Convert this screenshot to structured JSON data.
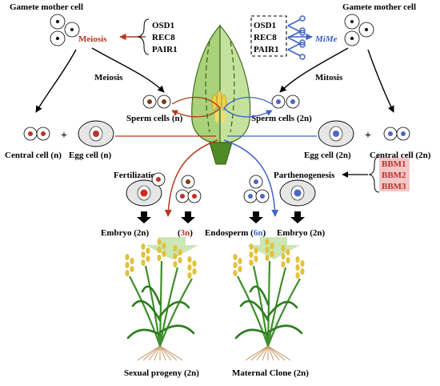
{
  "labels": {
    "gamete_left": "Gamete mother cell",
    "gamete_right": "Gamete mother cell",
    "meiosis_red": "Meiosis",
    "mime": "MiMe",
    "meiosis_arrow": "Meiosis",
    "mitosis_arrow": "Mitosis",
    "sperm_left": "Sperm cells (n)",
    "sperm_right": "Sperm cells (2n)",
    "central_left": "Central cell (n)",
    "egg_left": "Egg cell (n)",
    "egg_right": "Egg cell (2n)",
    "central_right": "Central cell (2n)",
    "plus_left": "+",
    "plus_right": "+",
    "fertilization": "Fertilization",
    "parthenogenesis": "Parthenogenesis",
    "embryo_left": "Embryo (2n)",
    "three_n_open": "(",
    "three_n_value": "3n",
    "three_n_close": ")",
    "endosperm_word": "Endosperm (",
    "endosperm_value": "6n",
    "endosperm_close": ")",
    "embryo_right": "Embryo (2n)",
    "sexual_progeny": "Sexual progeny (2n)",
    "maternal_clone": "Maternal Clone  (2n)"
  },
  "genes_left": [
    "OSD1",
    "REC8",
    "PAIR1"
  ],
  "genes_right": [
    "OSD1",
    "REC8",
    "PAIR1"
  ],
  "genes_bbm": [
    "BBM1",
    "BBM2",
    "BBM3"
  ],
  "colors": {
    "sexual": "#b5391b",
    "clonal": "#3f63c6",
    "nucleus_red": "#c0302a",
    "nucleus_blue": "#4a66c8",
    "nucleus_brown": "#7a3a17",
    "cell_fill": "#e6e6e6",
    "leaf": "#9ccc65",
    "leaf_dark": "#5a8a2a",
    "wheat_green": "#3e8e2a",
    "wheat_head": "#e3c13c",
    "root": "#c79a6a",
    "big_arrow": "#cbe7b4",
    "bbm_fill": "#f3c7c7"
  },
  "icons": [
    "scissors-icon",
    "scissors-icon",
    "scissors-icon"
  ]
}
